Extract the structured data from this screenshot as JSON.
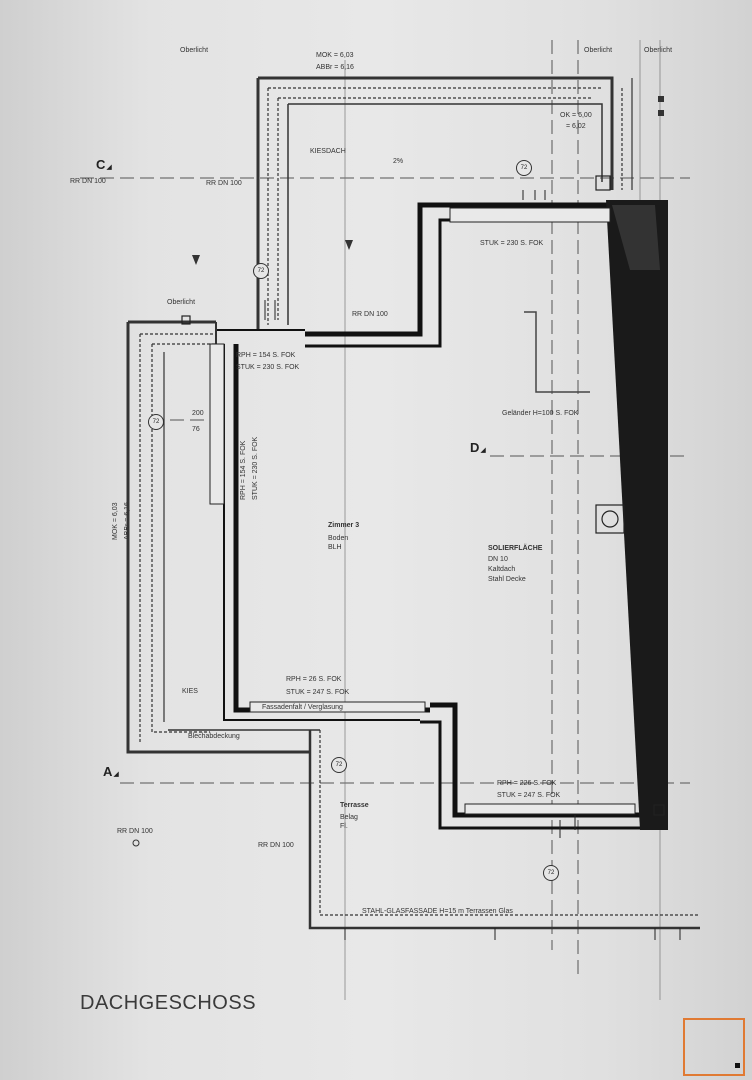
{
  "sheet": {
    "title": "DACHGESCHOSS"
  },
  "sections": {
    "a_left": "A",
    "c_left": "C",
    "d_mid": "D"
  },
  "labels": {
    "oberlicht_tl": "Oberlicht",
    "oberlicht_tr1": "Oberlicht",
    "oberlicht_tr2": "Oberlicht",
    "oberlicht_left": "Oberlicht",
    "mok_top": "MOK = 6,03",
    "abbr_top": "ABBr = 6,16",
    "ok_right": "OK = 6,00",
    "ok_right2": "= 6,02",
    "kiesdach": "KIESDACH",
    "pct": "2%",
    "stuk_top": "STUK = 230 S. FOK",
    "rr_dn_100_top": "RR DN 100",
    "rr_dn_top_left": "RR DN 100",
    "rr_dn_mid": "RR DN 100",
    "rr_dn_low": "RR DN 100",
    "rr_dn_low2": "RR DN 100",
    "rph_154": "RPH = 154 S. FOK",
    "stuk_230": "STUK = 230 S. FOK",
    "rph_vert": "RPH = 154 S. FOK",
    "stuk_vert": "STUK = 230 S. FOK",
    "zimmer": "Zimmer 3",
    "zimmer_sub1": "Boden",
    "zimmer_sub2": "BLH",
    "gelaender": "Geländer H=100 S. FOK",
    "solar": "SOLIERFLÄCHE",
    "solar_1": "DN 10",
    "solar_2": "Kaltdach",
    "solar_3": "Stahl Decke",
    "rph_26": "RPH = 26 S. FOK",
    "stuk_247": "STUK = 247 S. FOK",
    "rph_226": "RPH = 226 S. FOK",
    "stuk_247b": "STUK = 247 S. FOK",
    "kies": "KIES",
    "mok_left": "MOK = 6,03",
    "abbr_left": "ABBr = 6,16",
    "terrasse": "Terrasse",
    "terrasse_1": "Belag",
    "terrasse_2": "Fl.",
    "dim_200": "200",
    "dim_76": "76",
    "blechabdeckung": "Blechabdeckung",
    "bottom_note": "STAHL-GLASFASSADE H=15 m Terrassen Glas",
    "fassade_note": "Fassadenfalt / Verglasung"
  },
  "markers": [
    "72",
    "72",
    "72",
    "72",
    "72"
  ]
}
